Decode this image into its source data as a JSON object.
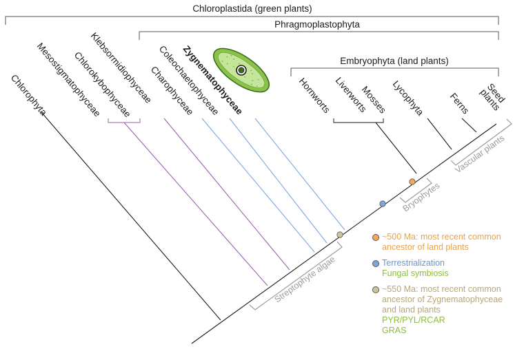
{
  "header": {
    "chloroplastida": "Chloroplastida (green plants)",
    "phragmoplastophyta": "Phragmoplastophyta",
    "embryophyta": "Embryophyta (land plants)"
  },
  "taxa": {
    "chlorophyta": "Chlorophyta",
    "mesostigmatophyceae": "Mesostigmatophyceae",
    "chlorokybophyceae": "Chlorokybophyceae",
    "klebsormidiophyceae": "Klebsormidiophyceae",
    "charophyceae": "Charophyceae",
    "coleochaetophyceae": "Coleochaetophyceae",
    "zygnematophyceae": "Zygnematophyceae",
    "hornworts": "Hornworts",
    "liverworts": "Liverworts",
    "mosses": "Mosses",
    "lycophyta": "Lycophyta",
    "ferns": "Ferns",
    "seed_plants_line1": "Seed",
    "seed_plants_line2": "plants"
  },
  "brackets": {
    "streptophyte_algae": "Streptophyte algae",
    "bryophytes": "Bryophytes",
    "vascular_plants": "Vascular plants"
  },
  "legend": [
    {
      "color": "#f5a85a",
      "lines": [
        {
          "text": "~500 Ma: most recent common",
          "color": "#e8a24a"
        },
        {
          "text": "ancestor of land plants",
          "color": "#e8a24a"
        }
      ]
    },
    {
      "color": "#7ea6dd",
      "lines": [
        {
          "text": "Terrestrialization",
          "color": "#6b95d0"
        },
        {
          "text": "Fungal symbiosis",
          "color": "#8cbd3c"
        }
      ]
    },
    {
      "color": "#cfc59a",
      "lines": [
        {
          "text": "~550 Ma: most recent common",
          "color": "#b5a77a"
        },
        {
          "text": "ancestor of Zygnematophyceae",
          "color": "#b5a77a"
        },
        {
          "text": "and land plants",
          "color": "#b5a77a"
        },
        {
          "text": "PYR/PYL/RCAR",
          "color": "#8cbd3c"
        },
        {
          "text": "GRAS",
          "color": "#8cbd3c"
        }
      ]
    }
  ],
  "colors": {
    "chlorophyta_branch": "#1a1a1a",
    "early_streptophyte_branch": "#9b5fae",
    "late_streptophyte_branch": "#7ea6dd",
    "land_plant_branch": "#1a1a1a",
    "bracket_gray": "#9a9a9a"
  },
  "icons": {
    "zygnematophyceae_cell": "green-algal-cell-icon"
  }
}
